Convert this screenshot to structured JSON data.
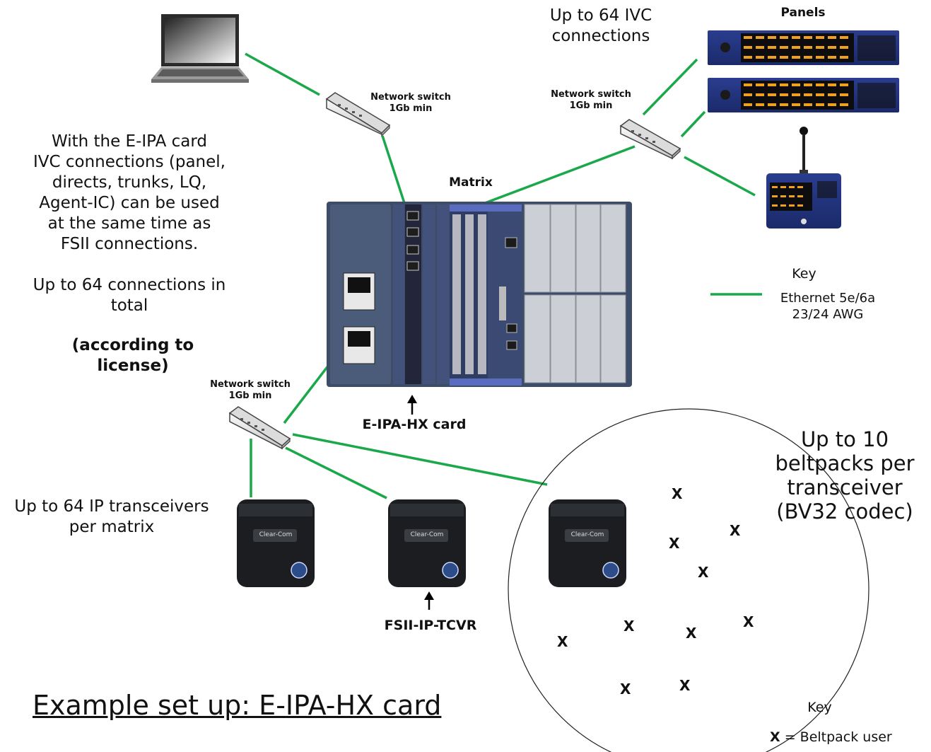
{
  "diagram": {
    "title": "Example set up: E-IPA-HX card",
    "left_note": "With the E-IPA card\nIVC connections (panel,\ndirects, trunks, LQ,\nAgent-IC)  can be used\nat the same time as\nFSII connections.\n\nUp to 64 connections in\ntotal",
    "left_note_bold": "(according to\nlicense)",
    "ivc_note": "Up to 64 IVC\nconnections",
    "panels_label": "Panels",
    "matrix_label": "Matrix",
    "card_label": "E-IPA-HX card",
    "switches": [
      {
        "label": "Network switch\n1Gb min"
      },
      {
        "label": "Network switch\n1Gb min"
      },
      {
        "label": "Network switch\n1Gb min"
      }
    ],
    "transceivers_note": "Up to 64 IP transceivers\nper matrix",
    "transceiver_label": "FSII-IP-TCVR",
    "transceiver_brand": "Clear-Com",
    "beltpack_note": "Up to 10\nbeltpacks per\ntransceiver\n(BV32 codec)",
    "beltpack_mark": "X",
    "key1": {
      "title": "Key",
      "line_label": "Ethernet 5e/6a\n23/24 AWG",
      "line_color": "#1aa84a"
    },
    "key2": {
      "title": "Key",
      "symbol": "X",
      "text": " = Beltpack user"
    }
  }
}
